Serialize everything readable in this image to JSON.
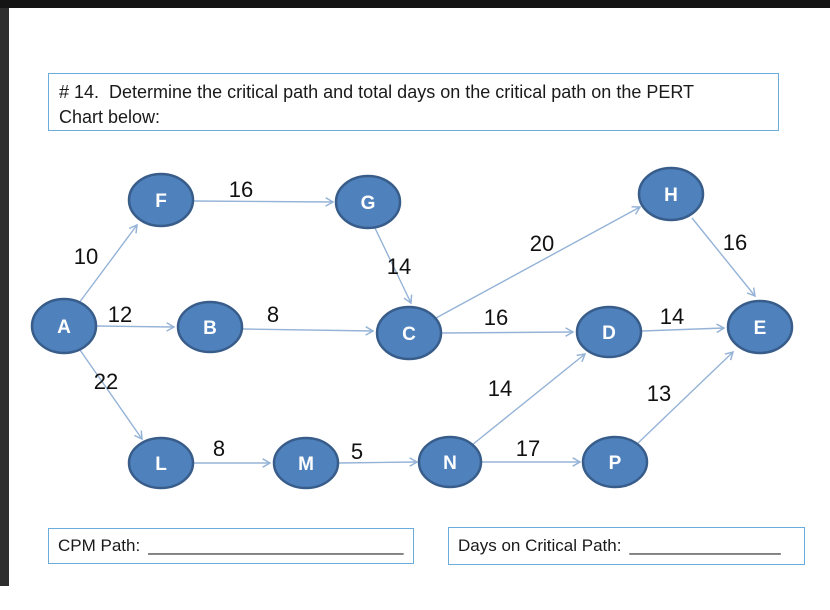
{
  "question": {
    "line1": "# 14.  Determine the critical path and total days on the critical path on the PERT",
    "line2": "Chart below:"
  },
  "chart": {
    "type": "pert-network",
    "nodes": [
      {
        "id": "A",
        "label": "A"
      },
      {
        "id": "F",
        "label": "F"
      },
      {
        "id": "G",
        "label": "G"
      },
      {
        "id": "H",
        "label": "H"
      },
      {
        "id": "B",
        "label": "B"
      },
      {
        "id": "C",
        "label": "C"
      },
      {
        "id": "D",
        "label": "D"
      },
      {
        "id": "E",
        "label": "E"
      },
      {
        "id": "L",
        "label": "L"
      },
      {
        "id": "M",
        "label": "M"
      },
      {
        "id": "N",
        "label": "N"
      },
      {
        "id": "P",
        "label": "P"
      }
    ],
    "edges": [
      {
        "from": "A",
        "to": "F",
        "weight": "10"
      },
      {
        "from": "F",
        "to": "G",
        "weight": "16"
      },
      {
        "from": "G",
        "to": "C",
        "weight": "14"
      },
      {
        "from": "A",
        "to": "B",
        "weight": "12"
      },
      {
        "from": "B",
        "to": "C",
        "weight": "8"
      },
      {
        "from": "C",
        "to": "H",
        "weight": "20"
      },
      {
        "from": "H",
        "to": "E",
        "weight": "16"
      },
      {
        "from": "C",
        "to": "D",
        "weight": "16"
      },
      {
        "from": "D",
        "to": "E",
        "weight": "14"
      },
      {
        "from": "A",
        "to": "L",
        "weight": "22"
      },
      {
        "from": "L",
        "to": "M",
        "weight": "8"
      },
      {
        "from": "M",
        "to": "N",
        "weight": "5"
      },
      {
        "from": "N",
        "to": "D",
        "weight": "14"
      },
      {
        "from": "N",
        "to": "P",
        "weight": "17"
      },
      {
        "from": "P",
        "to": "E",
        "weight": "13"
      }
    ]
  },
  "answers": {
    "cpm_label": "CPM Path:",
    "cpm_blank": "___________________________",
    "days_label": "Days on Critical Path:",
    "days_blank": "________________"
  },
  "colors": {
    "node_fill": "#4f81bd",
    "node_border": "#385d8a",
    "edge": "#95b3d7",
    "box_border": "#6aaddc"
  }
}
